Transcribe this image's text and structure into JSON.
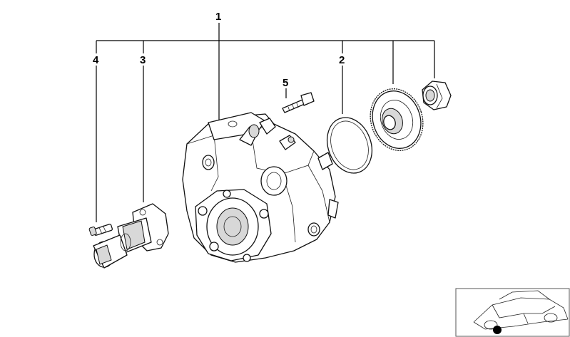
{
  "callouts": [
    {
      "id": "1",
      "label": "1"
    },
    {
      "id": "2",
      "label": "2"
    },
    {
      "id": "3",
      "label": "3"
    },
    {
      "id": "4",
      "label": "4"
    },
    {
      "id": "5",
      "label": "5"
    }
  ],
  "thumbnail": {
    "icon": "car-location-icon"
  }
}
